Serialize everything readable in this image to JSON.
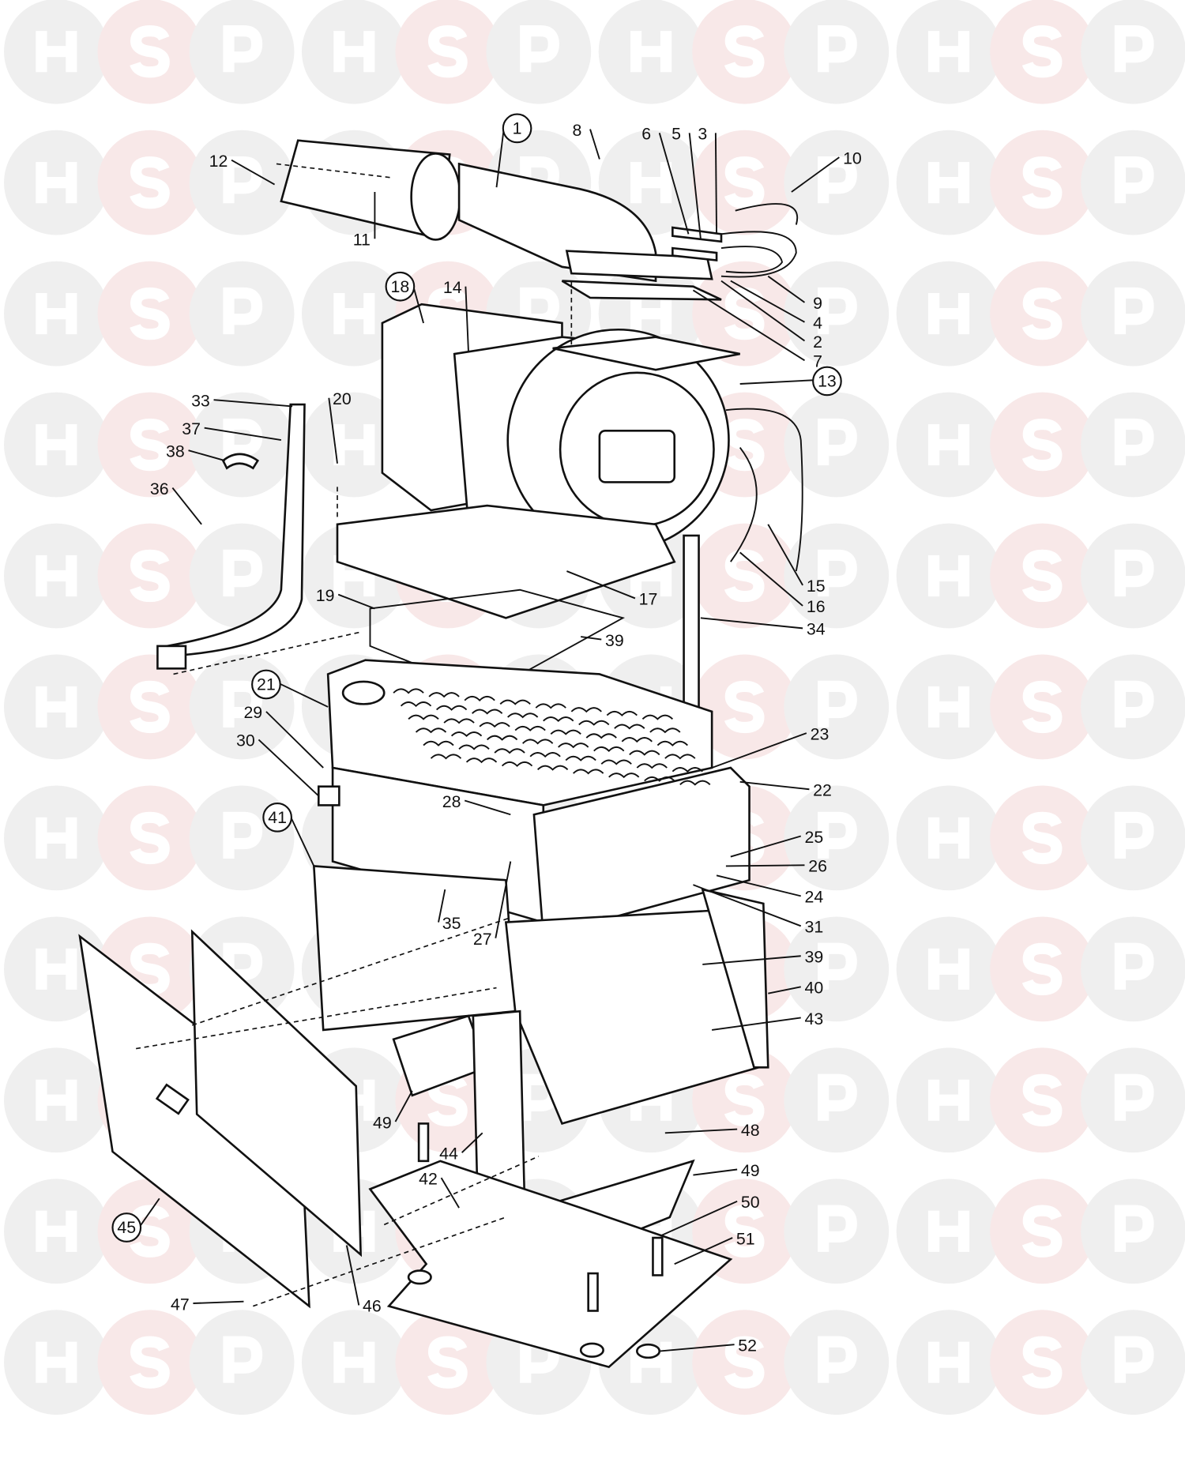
{
  "watermark": {
    "letters": [
      "H",
      "S",
      "P"
    ],
    "colors": {
      "H": "#efefef",
      "S": "#f8e8e8",
      "P": "#efefef"
    }
  },
  "diagram": {
    "labels": [
      {
        "num": "1",
        "circled": true
      },
      {
        "num": "8",
        "circled": false
      },
      {
        "num": "6",
        "circled": false
      },
      {
        "num": "5",
        "circled": false
      },
      {
        "num": "3",
        "circled": false
      },
      {
        "num": "10",
        "circled": false
      },
      {
        "num": "12",
        "circled": false
      },
      {
        "num": "11",
        "circled": false
      },
      {
        "num": "9",
        "circled": false
      },
      {
        "num": "4",
        "circled": false
      },
      {
        "num": "2",
        "circled": false
      },
      {
        "num": "7",
        "circled": false
      },
      {
        "num": "18",
        "circled": true
      },
      {
        "num": "14",
        "circled": false
      },
      {
        "num": "13",
        "circled": true
      },
      {
        "num": "33",
        "circled": false
      },
      {
        "num": "20",
        "circled": false
      },
      {
        "num": "37",
        "circled": false
      },
      {
        "num": "38",
        "circled": false
      },
      {
        "num": "36",
        "circled": false
      },
      {
        "num": "15",
        "circled": false
      },
      {
        "num": "16",
        "circled": false
      },
      {
        "num": "17",
        "circled": false
      },
      {
        "num": "19",
        "circled": false
      },
      {
        "num": "39",
        "circled": false
      },
      {
        "num": "34",
        "circled": false
      },
      {
        "num": "21",
        "circled": true
      },
      {
        "num": "29",
        "circled": false
      },
      {
        "num": "23",
        "circled": false
      },
      {
        "num": "30",
        "circled": false
      },
      {
        "num": "22",
        "circled": false
      },
      {
        "num": "28",
        "circled": false
      },
      {
        "num": "41",
        "circled": true
      },
      {
        "num": "25",
        "circled": false
      },
      {
        "num": "26",
        "circled": false
      },
      {
        "num": "24",
        "circled": false
      },
      {
        "num": "35",
        "circled": false
      },
      {
        "num": "27",
        "circled": false
      },
      {
        "num": "31",
        "circled": false
      },
      {
        "num": "39",
        "circled": false
      },
      {
        "num": "40",
        "circled": false
      },
      {
        "num": "43",
        "circled": false
      },
      {
        "num": "48",
        "circled": false
      },
      {
        "num": "49",
        "circled": false
      },
      {
        "num": "44",
        "circled": false
      },
      {
        "num": "49",
        "circled": false
      },
      {
        "num": "42",
        "circled": false
      },
      {
        "num": "50",
        "circled": false
      },
      {
        "num": "51",
        "circled": false
      },
      {
        "num": "45",
        "circled": true
      },
      {
        "num": "47",
        "circled": false
      },
      {
        "num": "46",
        "circled": false
      },
      {
        "num": "52",
        "circled": false
      }
    ]
  }
}
